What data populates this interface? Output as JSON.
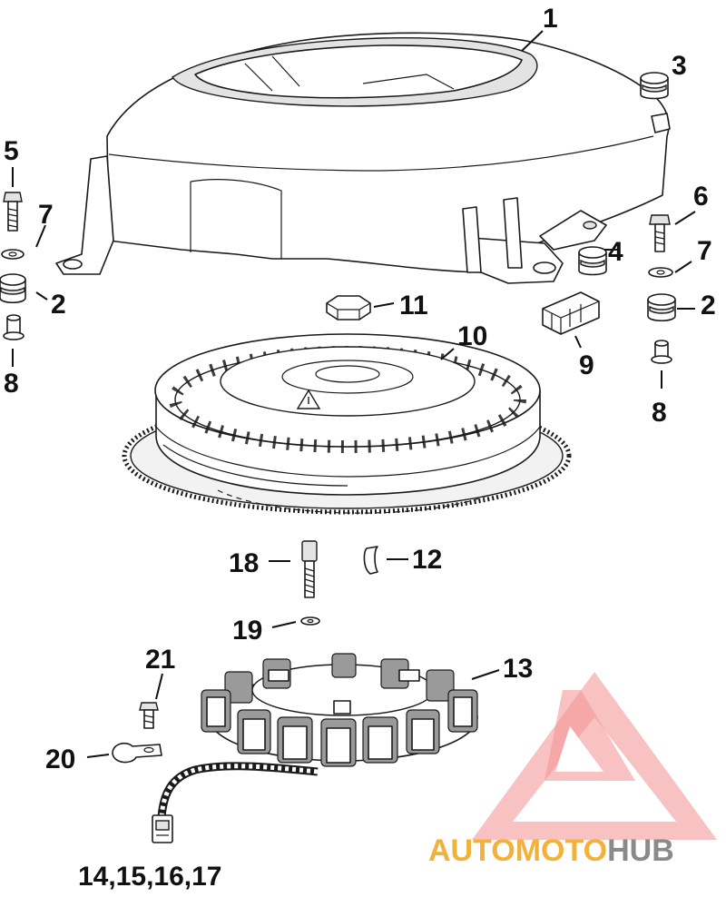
{
  "callouts": {
    "c1": "1",
    "c2a": "2",
    "c2b": "2",
    "c3": "3",
    "c4": "4",
    "c5": "5",
    "c6": "6",
    "c7a": "7",
    "c7b": "7",
    "c8a": "8",
    "c8b": "8",
    "c9": "9",
    "c10": "10",
    "c11": "11",
    "c12": "12",
    "c13": "13",
    "c14_17": "14,15,16,17",
    "c18": "18",
    "c19": "19",
    "c20": "20",
    "c21": "21"
  },
  "watermark": {
    "word_auto": "AUTO",
    "word_moto": "MOTO",
    "word_hub": "HUB",
    "color_auto": "#f3b13a",
    "color_moto": "#f3b13a",
    "color_hub": "#8a8a8a",
    "logo_color": "#ef6b6b"
  }
}
